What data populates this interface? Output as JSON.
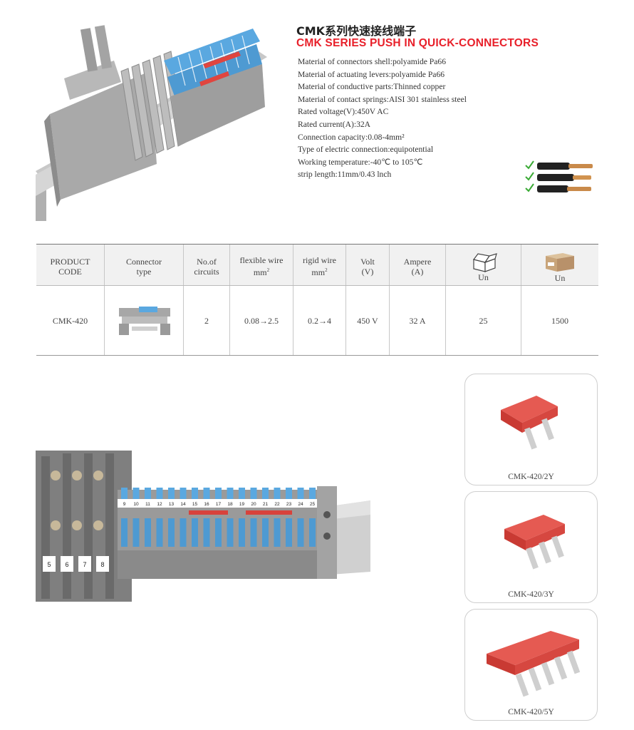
{
  "header": {
    "title_cn": "CMK系列快速接线端子",
    "title_en": "CMK SERIES PUSH IN QUICK-CONNECTORS"
  },
  "specs": [
    "Material of connectors shell:polyamide Pa66",
    "Material of actuating levers:polyamide Pa66",
    "Material of conductive parts:Thinned copper",
    "Material of contact springs:AISI 301 stainless steel",
    "Rated voltage(V):450V AC",
    "Rated current(A):32A",
    "Connection capacity:0.08-4mm²",
    "Type of electric connection:equipotential",
    "Working temperature:-40℃ to 105℃",
    "strip length:11mm/0.43 lnch"
  ],
  "table": {
    "headers": {
      "product_code_1": "PRODUCT",
      "product_code_2": "CODE",
      "connector_1": "Connector",
      "connector_2": "type",
      "circuits_1": "No.of",
      "circuits_2": "circuits",
      "flexible_1": "flexible wire",
      "flexible_2": "mm",
      "rigid_1": "rigid wire",
      "rigid_2": "mm",
      "volt_1": "Volt",
      "volt_2": "(V)",
      "ampere_1": "Ampere",
      "ampere_2": "(A)",
      "box_unit": "Un",
      "carton_unit": "Un",
      "sup": "2"
    },
    "row": {
      "code": "CMK-420",
      "circuits": "2",
      "flexible": "0.08→2.5",
      "rigid": "0.2→4",
      "volt": "450 V",
      "ampere": "32 A",
      "box_qty": "25",
      "carton_qty": "1500"
    }
  },
  "accessories": [
    {
      "label": "CMK-420/2Y",
      "pins": 2
    },
    {
      "label": "CMK-420/3Y",
      "pins": 3
    },
    {
      "label": "CMK-420/5Y",
      "pins": 5
    }
  ],
  "photo_labels": {
    "top_numbers": [
      "9",
      "10",
      "11",
      "12",
      "13",
      "14",
      "15",
      "16",
      "17",
      "18",
      "19",
      "20",
      "21",
      "22",
      "23",
      "24",
      "25"
    ],
    "side_numbers": [
      "5",
      "6",
      "7",
      "8"
    ]
  },
  "colors": {
    "accent_red": "#e8202a",
    "terminal_grey": "#9a9a9a",
    "lever_blue": "#5aa8e0",
    "bridge_red": "#e0453f",
    "check_green": "#3aaa35",
    "carton_brown": "#c9a57a"
  }
}
